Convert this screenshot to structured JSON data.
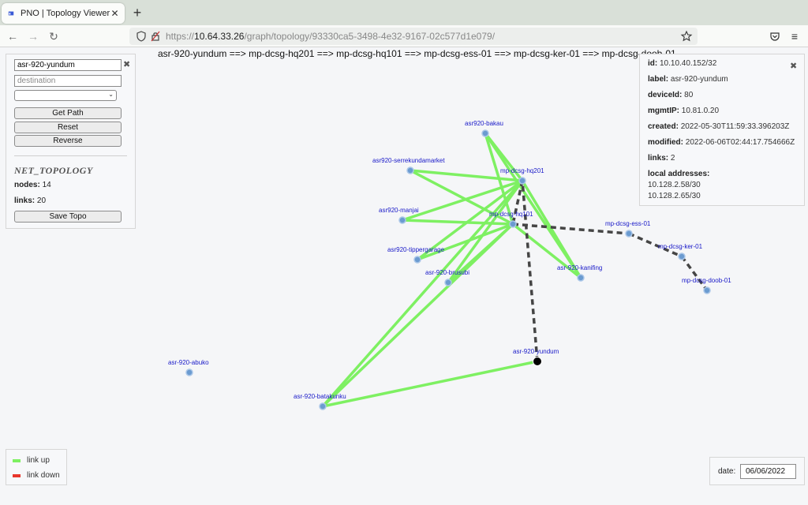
{
  "browser": {
    "tab_title": "PNO | Topology Viewer",
    "url_prefix": "https://",
    "url_host": "10.64.33.26",
    "url_path": "/graph/topology/93330ca5-3498-4e32-9167-02c577d1e079/"
  },
  "path_title": "asr-920-yundum ==> mp-dcsg-hq201 ==> mp-dcsg-hq101 ==> mp-dcsg-ess-01 ==> mp-dcsg-ker-01 ==> mp-dcsg-doob-01",
  "controls": {
    "source_value": "asr-920-yundum",
    "destination_placeholder": "destination",
    "select_value": "",
    "get_path_label": "Get Path",
    "reset_label": "Reset",
    "reverse_label": "Reverse",
    "net_title": "NET_TOPOLOGY",
    "nodes_label": "nodes:",
    "nodes_value": "14",
    "links_label": "links:",
    "links_value": "20",
    "save_label": "Save Topo"
  },
  "info": {
    "id_label": "id:",
    "id_value": "10.10.40.152/32",
    "label_label": "label:",
    "label_value": "asr-920-yundum",
    "deviceid_label": "deviceId:",
    "deviceid_value": "80",
    "mgmtip_label": "mgmtIP:",
    "mgmtip_value": "10.81.0.20",
    "created_label": "created:",
    "created_value": "2022-05-30T11:59:33.396203Z",
    "modified_label": "modified:",
    "modified_value": "2022-06-06T02:44:17.754666Z",
    "links_label": "links:",
    "links_value": "2",
    "local_label": "local addresses:",
    "addresses": [
      "10.128.2.58/30",
      "10.128.2.65/30"
    ]
  },
  "legend": {
    "up_label": "link up",
    "up_color": "#7ef062",
    "down_label": "link down",
    "down_color": "#e8372c"
  },
  "date": {
    "label": "date:",
    "value": "06/06/2022"
  },
  "graph": {
    "nodes": [
      {
        "id": "bakau",
        "label": "asr920-bakau"
      },
      {
        "id": "serrekunda",
        "label": "asr920-serrekundamarket"
      },
      {
        "id": "hq201",
        "label": "mp-dcsg-hq201"
      },
      {
        "id": "manjai",
        "label": "asr920-manjai"
      },
      {
        "id": "hq101",
        "label": "mp-dcsg-hq101"
      },
      {
        "id": "ess01",
        "label": "mp-dcsg-ess-01"
      },
      {
        "id": "tipper",
        "label": "asr920-tippergarage"
      },
      {
        "id": "ker01",
        "label": "mp-dcsg-ker-01"
      },
      {
        "id": "kanifing",
        "label": "asr-920-kanifing"
      },
      {
        "id": "brusubi",
        "label": "asr-920-brusubi"
      },
      {
        "id": "doob01",
        "label": "mp-dcsg-doob-01"
      },
      {
        "id": "yundum",
        "label": "asr-920-yundum"
      },
      {
        "id": "abuko",
        "label": "asr-920-abuko"
      },
      {
        "id": "batakunku",
        "label": "asr-920-batakunku"
      }
    ]
  }
}
